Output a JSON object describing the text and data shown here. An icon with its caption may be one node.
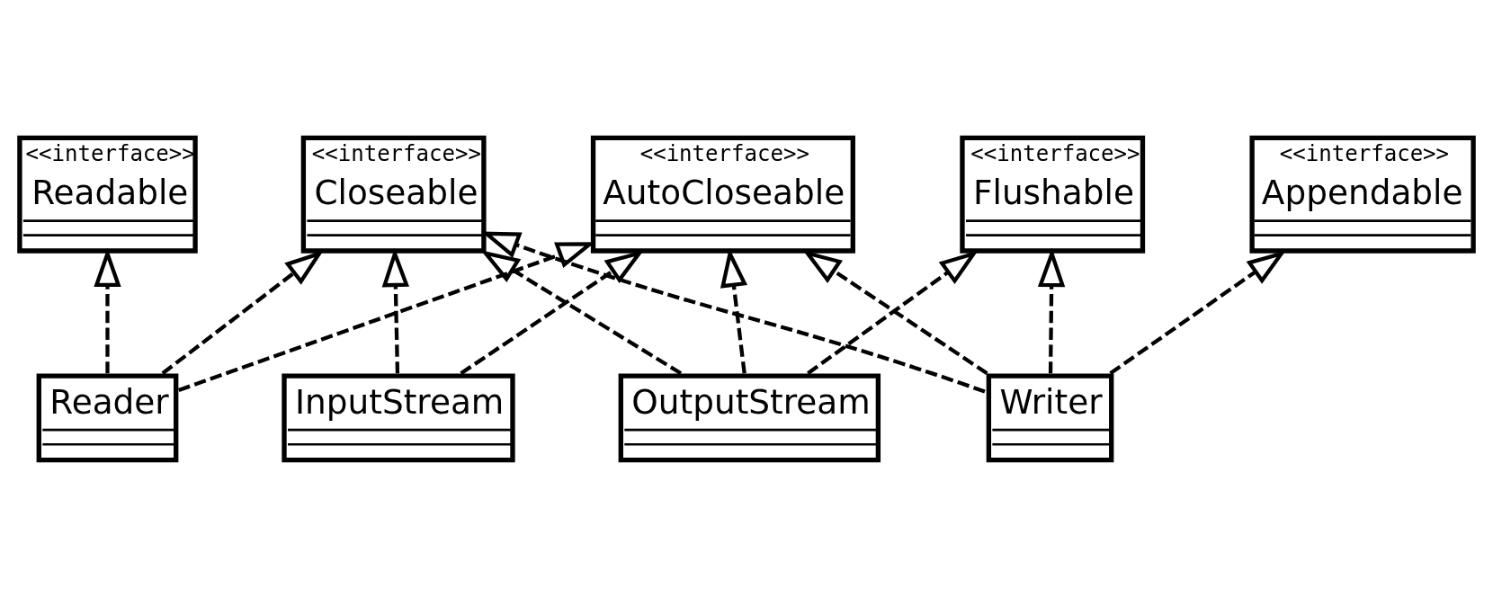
{
  "diagram": {
    "nodes": [
      {
        "text": [
          "<<interface>>",
          "Readable"
        ]
      },
      {
        "text": [
          "Reader"
        ]
      },
      {
        "text": [
          "<<interface>>",
          "AutoCloseable"
        ]
      },
      {
        "text": [
          "InputStream"
        ]
      },
      {
        "text": [
          "OutputStream"
        ]
      },
      {
        "text": [
          "<<interface>>",
          "Flushable"
        ]
      },
      {
        "text": [
          "<<interface>>",
          "Closeable"
        ]
      },
      {
        "text": [
          "Writer"
        ]
      },
      {
        "text": [
          "<<interface>>",
          "Appendable"
        ]
      }
    ],
    "edges": [
      {
        "from": 1,
        "to": 0,
        "arrow": "to",
        "style": "dashed"
      },
      {
        "from": 1,
        "to": 2,
        "arrow": "to",
        "style": "dashed"
      },
      {
        "from": 7,
        "to": 2,
        "arrow": "to",
        "style": "dashed"
      },
      {
        "from": 3,
        "to": 2,
        "arrow": "to",
        "style": "dashed"
      },
      {
        "from": 4,
        "to": 2,
        "arrow": "to",
        "style": "dashed"
      },
      {
        "from": 4,
        "to": 5,
        "arrow": "to",
        "style": "dashed"
      },
      {
        "from": 7,
        "to": 5,
        "arrow": "to",
        "style": "dashed"
      },
      {
        "from": 3,
        "to": 6,
        "arrow": "to",
        "style": "dashed"
      },
      {
        "from": 4,
        "to": 6,
        "arrow": "to",
        "style": "dashed"
      },
      {
        "from": 1,
        "to": 6,
        "arrow": "to",
        "style": "dashed"
      },
      {
        "from": 7,
        "to": 6,
        "arrow": "to",
        "style": "dashed"
      },
      {
        "from": 7,
        "to": 8,
        "arrow": "to",
        "style": "dashed"
      }
    ]
  }
}
